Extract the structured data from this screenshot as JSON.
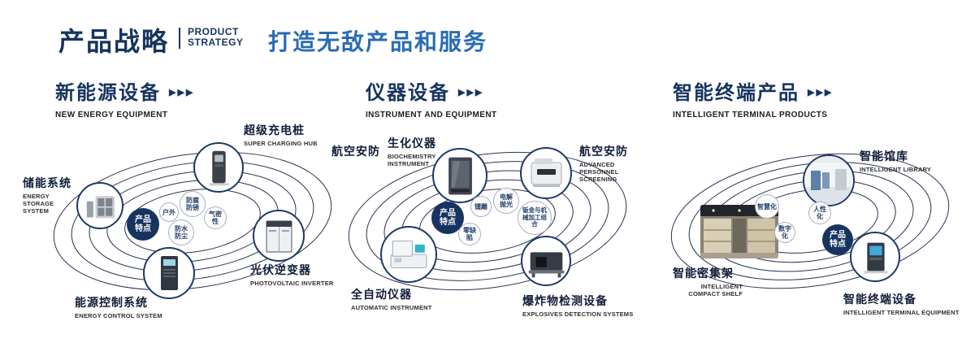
{
  "header": {
    "title_cn": "产品战略",
    "title_en_top": "PRODUCT",
    "title_en_bottom": "STRATEGY",
    "slogan": "打造无敌产品和服务"
  },
  "icons": {
    "triple_chevron": "▶▶▶"
  },
  "colors": {
    "navy": "#16345f",
    "blue": "#2a6cb3",
    "orbit": "#2a3450"
  },
  "sections": [
    {
      "title_cn": "新能源设备",
      "title_en": "NEW ENERGY EQUIPMENT",
      "center_label": "产品特点",
      "features": [
        "户外",
        "防腐防锈",
        "气密性",
        "防水防尘"
      ],
      "products": [
        {
          "name_cn": "储能系统",
          "name_en": "ENERGY STORAGE SYSTEM"
        },
        {
          "name_cn": "超级充电桩",
          "name_en": "SUPER CHARGING HUB"
        },
        {
          "name_cn": "光伏逆变器",
          "name_en": "PHOTOVOLTAIC INVERTER"
        },
        {
          "name_cn": "能源控制系统",
          "name_en": "ENERGY CONTROL SYSTEM"
        }
      ]
    },
    {
      "title_cn": "仪器设备",
      "title_en": "INSTRUMENT AND EQUIPMENT",
      "center_label": "产品特点",
      "side_label": "航空安防",
      "features": [
        "镭雕",
        "电解抛光",
        "钣金与机械加工组合",
        "零缺陷"
      ],
      "products": [
        {
          "name_cn": "生化仪器",
          "name_en": "BIOCHEMISTRY INSTRUMENT"
        },
        {
          "name_cn": "航空安防",
          "name_en": "ADVANCED PERSONNEL SCREENING"
        },
        {
          "name_cn": "全自动仪器",
          "name_en": "AUTOMATIC INSTRUMENT"
        },
        {
          "name_cn": "爆炸物检测设备",
          "name_en": "EXPLOSIVES DETECTION SYSTEMS"
        }
      ]
    },
    {
      "title_cn": "智能终端产品",
      "title_en": "INTELLIGENT TERMINAL PRODUCTS",
      "center_label": "产品特点",
      "features": [
        "智慧化",
        "人性化",
        "数字化"
      ],
      "products": [
        {
          "name_cn": "智能馆库",
          "name_en": "INTELLIGENT LIBRARY"
        },
        {
          "name_cn": "智能密集架",
          "name_en": "INTELLIGENT COMPACT SHELF"
        },
        {
          "name_cn": "智能终端设备",
          "name_en": "INTELLIGENT TERMINAL EQUIPMENT"
        }
      ]
    }
  ]
}
